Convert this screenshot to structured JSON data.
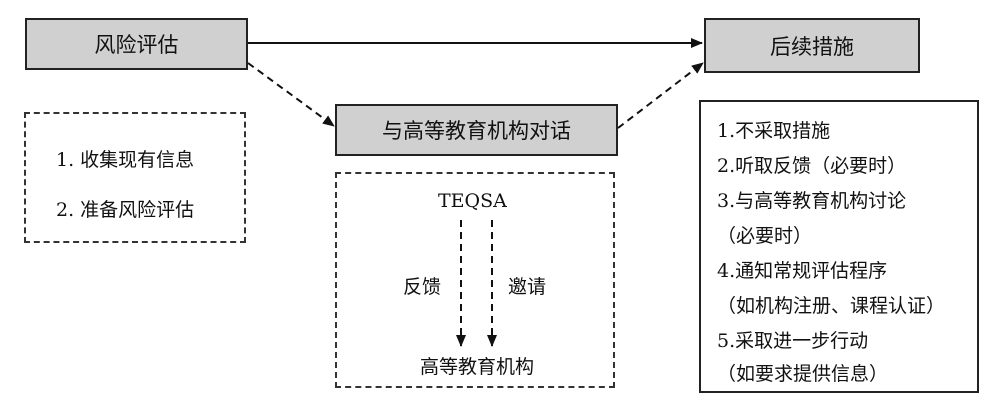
{
  "boxes": {
    "risk_assessment": "风险评估",
    "dialogue": "与高等教育机构对话",
    "follow_up": "后续措施"
  },
  "risk_steps": [
    "1. 收集现有信息",
    "2. 准备风险评估"
  ],
  "dialogue_detail": {
    "top": "TEQSA",
    "bottom": "高等教育机构",
    "left_arrow_label": "反馈",
    "right_arrow_label": "邀请"
  },
  "follow_up_items": [
    "1.不采取措施",
    "2.听取反馈（必要时）",
    "3.与高等教育机构讨论",
    "（必要时）",
    "4.通知常规评估程序",
    "（如机构注册、课程认证）",
    "5.采取进一步行动",
    "（如要求提供信息）"
  ]
}
